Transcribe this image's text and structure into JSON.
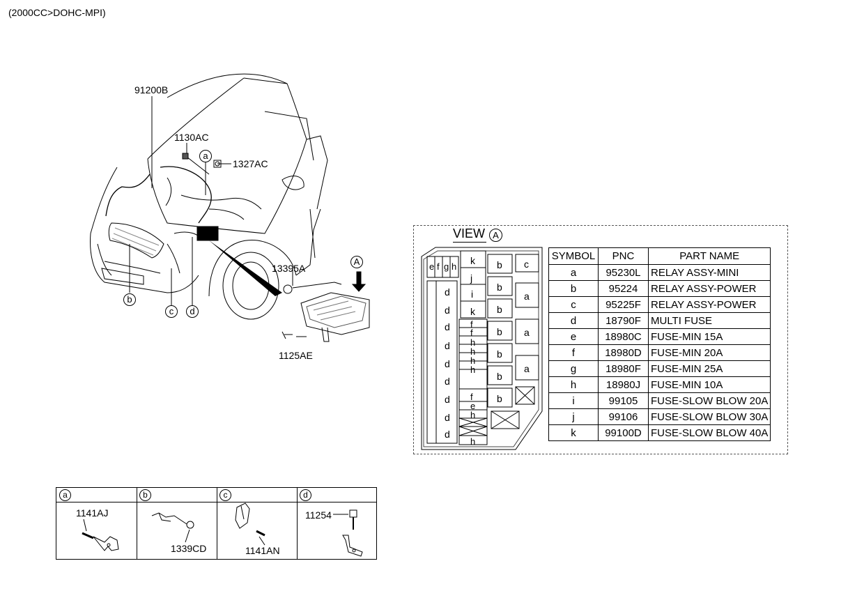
{
  "header": {
    "title": "(2000CC>DOHC-MPI)"
  },
  "callouts": {
    "harness": "91200B",
    "bolt_a": "1130AC",
    "nut_a": "1327AC",
    "grommet": "13395A",
    "bolt_b": "1125AE",
    "view_arrow": "A"
  },
  "circle_labels": {
    "a": "a",
    "b": "b",
    "c": "c",
    "d": "d"
  },
  "view": {
    "title": "VIEW",
    "circle": "A"
  },
  "fuse_box": {
    "top_left": [
      "e",
      "f",
      "g",
      "h"
    ],
    "d_column": [
      "d",
      "d",
      "d",
      "d",
      "d",
      "d",
      "d",
      "d",
      "d"
    ],
    "slow_blow": [
      "k",
      "j",
      "i",
      "k"
    ],
    "mini_column": [
      "f",
      "f",
      "h",
      "h",
      "h",
      "h",
      "f",
      "e",
      "h",
      "h"
    ],
    "b_column": [
      "b",
      "b",
      "b",
      "b",
      "b",
      "b",
      "b"
    ],
    "right_column": [
      "c",
      "a",
      "a",
      "a"
    ]
  },
  "parts_table": {
    "headers": [
      "SYMBOL",
      "PNC",
      "PART NAME"
    ],
    "rows": [
      [
        "a",
        "95230L",
        "RELAY ASSY-MINI"
      ],
      [
        "b",
        "95224",
        "RELAY ASSY-POWER"
      ],
      [
        "c",
        "95225F",
        "RELAY ASSY-POWER"
      ],
      [
        "d",
        "18790F",
        "MULTI FUSE"
      ],
      [
        "e",
        "18980C",
        "FUSE-MIN 15A"
      ],
      [
        "f",
        "18980D",
        "FUSE-MIN 20A"
      ],
      [
        "g",
        "18980F",
        "FUSE-MIN 25A"
      ],
      [
        "h",
        "18980J",
        "FUSE-MIN 10A"
      ],
      [
        "i",
        "99105",
        "FUSE-SLOW BLOW 20A"
      ],
      [
        "j",
        "99106",
        "FUSE-SLOW BLOW 30A"
      ],
      [
        "k",
        "99100D",
        "FUSE-SLOW BLOW 40A"
      ]
    ]
  },
  "detail_table": {
    "columns": [
      {
        "circle": "a",
        "part": "1141AJ"
      },
      {
        "circle": "b",
        "part": "1339CD"
      },
      {
        "circle": "c",
        "part": "1141AN"
      },
      {
        "circle": "d",
        "part": "11254"
      }
    ]
  }
}
